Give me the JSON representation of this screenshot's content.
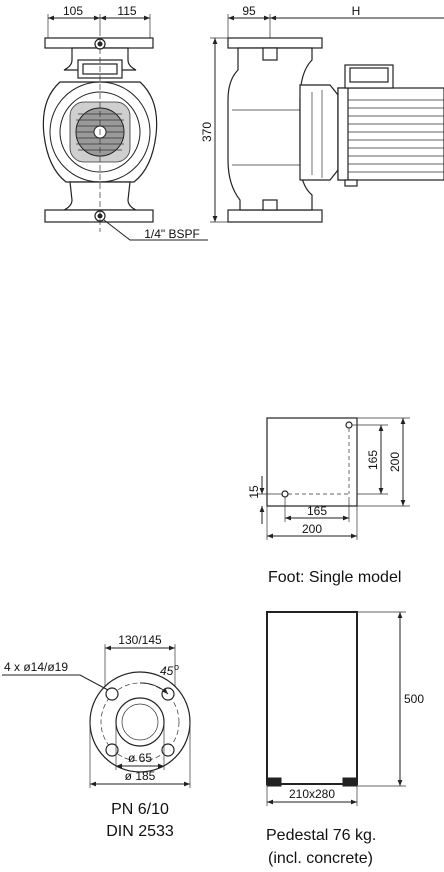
{
  "pump_front": {
    "dim_left": "105",
    "dim_right": "115",
    "port_label": "1/4\" BSPF"
  },
  "pump_side": {
    "dim_width": "95",
    "dim_h": "H",
    "dim_height": "370"
  },
  "foot": {
    "dim_165_v": "165",
    "dim_200_v": "200",
    "dim_15": "15",
    "dim_165_h": "165",
    "dim_200_h": "200",
    "caption": "Foot: Single model"
  },
  "flange": {
    "dim_top": "130/145",
    "holes": "4 x ø14/ø19",
    "angle": "45",
    "dim_inner": "ø 65",
    "dim_outer": "ø 185",
    "caption_line1": "PN 6/10",
    "caption_line2": "DIN 2533"
  },
  "pedestal": {
    "dim_height": "500",
    "dim_base": "210x280",
    "caption_line1": "Pedestal 76 kg.",
    "caption_line2": "(incl. concrete)"
  }
}
